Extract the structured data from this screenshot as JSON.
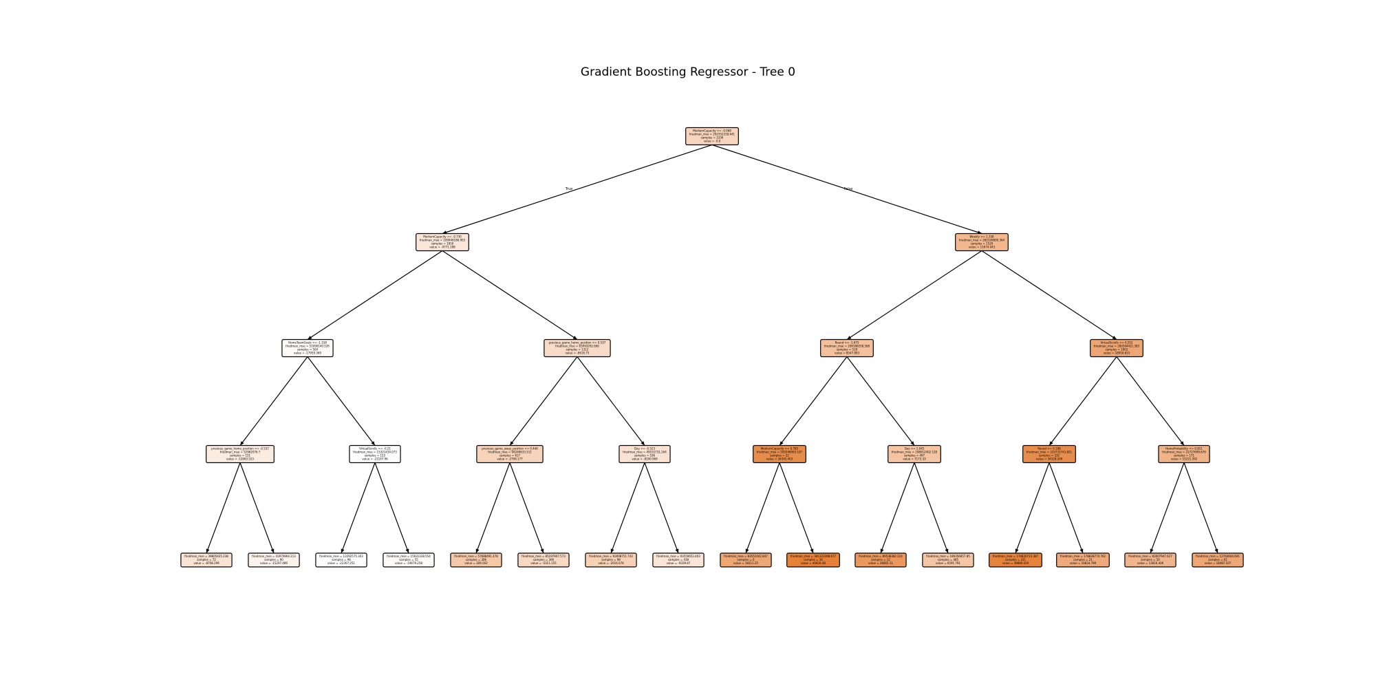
{
  "title": "Gradient Boosting Regressor - Tree 0",
  "branch_labels": {
    "true": "True",
    "false": "False"
  },
  "nodes": [
    {
      "id": 0,
      "lines": [
        "MediumCapacity <= -0.068",
        "friedman_mse = 292352318.641",
        "samples = 3336",
        "value = -0.0"
      ],
      "fill": "#f7d4bb"
    },
    {
      "id": 1,
      "lines": [
        "MediumCapacity <= -0.730",
        "friedman_mse = 109949186.903",
        "samples = 1816",
        "value = -9771.188"
      ],
      "fill": "#fae7d9"
    },
    {
      "id": 2,
      "lines": [
        "Weekly <= 1.358",
        "friedman_mse = 282326800.364",
        "samples = 1520",
        "value = 11674.043"
      ],
      "fill": "#f3b88e"
    },
    {
      "id": 3,
      "lines": [
        "HomeTeamGoals <= -1.158",
        "friedman_mse = 51090140.526",
        "samples = 504",
        "value = -17959.369"
      ],
      "fill": "#fefaf7"
    },
    {
      "id": 4,
      "lines": [
        "previous_game_home_position <= 0.537",
        "friedman_mse = 63093202.666",
        "samples = 1312",
        "value = -6616.75"
      ],
      "fill": "#f8dbc6"
    },
    {
      "id": 5,
      "lines": [
        "Round <= -1.675",
        "friedman_mse = 206186558.568",
        "samples = 518",
        "value = 8547.893"
      ],
      "fill": "#f4c19c"
    },
    {
      "id": 6,
      "lines": [
        "VirtualScrolls <= 0.252",
        "friedman_mse = 280304421.383",
        "samples = 1002",
        "value = 18950.633"
      ],
      "fill": "#eda673"
    },
    {
      "id": 7,
      "lines": [
        "previous_game_home_position <= -0.537",
        "friedman_mse = 52962076.7",
        "samples = 151",
        "value = -12683.523"
      ],
      "fill": "#fbece2"
    },
    {
      "id": 8,
      "lines": [
        "VirtualScrolls <= -0.21",
        "friedman_mse = 15321434.073",
        "samples = 153",
        "value = -21167.06"
      ],
      "fill": "#fffefe"
    },
    {
      "id": 9,
      "lines": [
        "previous_game_away_position <= 0.446",
        "friedman_mse = 94260633.511",
        "samples = 617",
        "value = -2708.177"
      ],
      "fill": "#f6d3b9"
    },
    {
      "id": 10,
      "lines": [
        "Day <= -0.523",
        "friedman_mse = 49151731.264",
        "samples = 536",
        "value = -8190.969"
      ],
      "fill": "#f9e2d2"
    },
    {
      "id": 11,
      "lines": [
        "MediumCapacity <= 0.785",
        "friedman_mse = 509346983.197",
        "samples = 22",
        "value = 34345.403"
      ],
      "fill": "#e78d4c"
    },
    {
      "id": 12,
      "lines": [
        "Day <= 2.045",
        "friedman_mse = 198012402.128",
        "samples = 497",
        "value = 7173.33"
      ],
      "fill": "#f5c4a2"
    },
    {
      "id": 13,
      "lines": [
        "Round <= 0.188",
        "friedman_mse = 325731743.821",
        "samples = 332",
        "value = 34328.209"
      ],
      "fill": "#e78d4c"
    },
    {
      "id": 14,
      "lines": [
        "HomeProbability <= 0.811",
        "friedman_mse = 22727699.679",
        "samples = 171",
        "value = 15221.592"
      ],
      "fill": "#f0b287"
    },
    {
      "id": 15,
      "lines": [
        "friedman_mse = 39805425.238",
        "samples = 72",
        "value = -8708.299"
      ],
      "fill": "#f9e3d3"
    },
    {
      "id": 16,
      "lines": [
        "friedman_mse = 43970864.213",
        "samples = 90",
        "value = -15297.489"
      ],
      "fill": "#fdf3ec"
    },
    {
      "id": 17,
      "lines": [
        "friedman_mse = 12292575.303",
        "samples = 98",
        "value = -22307.251"
      ],
      "fill": "#ffffff"
    },
    {
      "id": 18,
      "lines": [
        "friedman_mse = 15931328.554",
        "samples = 55",
        "value = -19679.258"
      ],
      "fill": "#fefbf9"
    },
    {
      "id": 19,
      "lines": [
        "friedman_mse = 57688491.478",
        "samples = 306",
        "value = 309.262"
      ],
      "fill": "#f5c8a8"
    },
    {
      "id": 20,
      "lines": [
        "friedman_mse = 85197907.573",
        "samples = 306",
        "value = -5311.155"
      ],
      "fill": "#f7d9c3"
    },
    {
      "id": 21,
      "lines": [
        "friedman_mse = 93008751.743",
        "samples = 98",
        "value = -2016.076"
      ],
      "fill": "#f6d1b6"
    },
    {
      "id": 22,
      "lines": [
        "friedman_mse = 93550653.403",
        "samples = 438",
        "value = -9209.87"
      ],
      "fill": "#fae5d7"
    },
    {
      "id": 23,
      "lines": [
        "friedman_mse = 83551042.847",
        "samples = 6",
        "value = 18211.25"
      ],
      "fill": "#eda775"
    },
    {
      "id": 24,
      "lines": [
        "friedman_mse = 381323398.677",
        "samples = 16",
        "value = 40820.48"
      ],
      "fill": "#e58139"
    },
    {
      "id": 25,
      "lines": [
        "friedman_mse = 89538382.224",
        "samples = 12",
        "value = 28865.11"
      ],
      "fill": "#ea985d"
    },
    {
      "id": 26,
      "lines": [
        "friedman_mse = 189356857.85",
        "samples = 485",
        "value = 6591.791"
      ],
      "fill": "#f5c6a5"
    },
    {
      "id": 27,
      "lines": [
        "friedman_mse = 174820723.387",
        "samples = 311",
        "value = 39880.029"
      ],
      "fill": "#e6833c"
    },
    {
      "id": 28,
      "lines": [
        "friedman_mse = 178828774.762",
        "samples = 21",
        "value = 16834.789"
      ],
      "fill": "#eeaa7a"
    },
    {
      "id": 29,
      "lines": [
        "friedman_mse = 83007947.627",
        "samples = 50",
        "value = 13816.406"
      ],
      "fill": "#f0b58c"
    },
    {
      "id": 30,
      "lines": [
        "friedman_mse = 12764604.691",
        "samples = 61",
        "value = 18487.107"
      ],
      "fill": "#eda674"
    }
  ]
}
